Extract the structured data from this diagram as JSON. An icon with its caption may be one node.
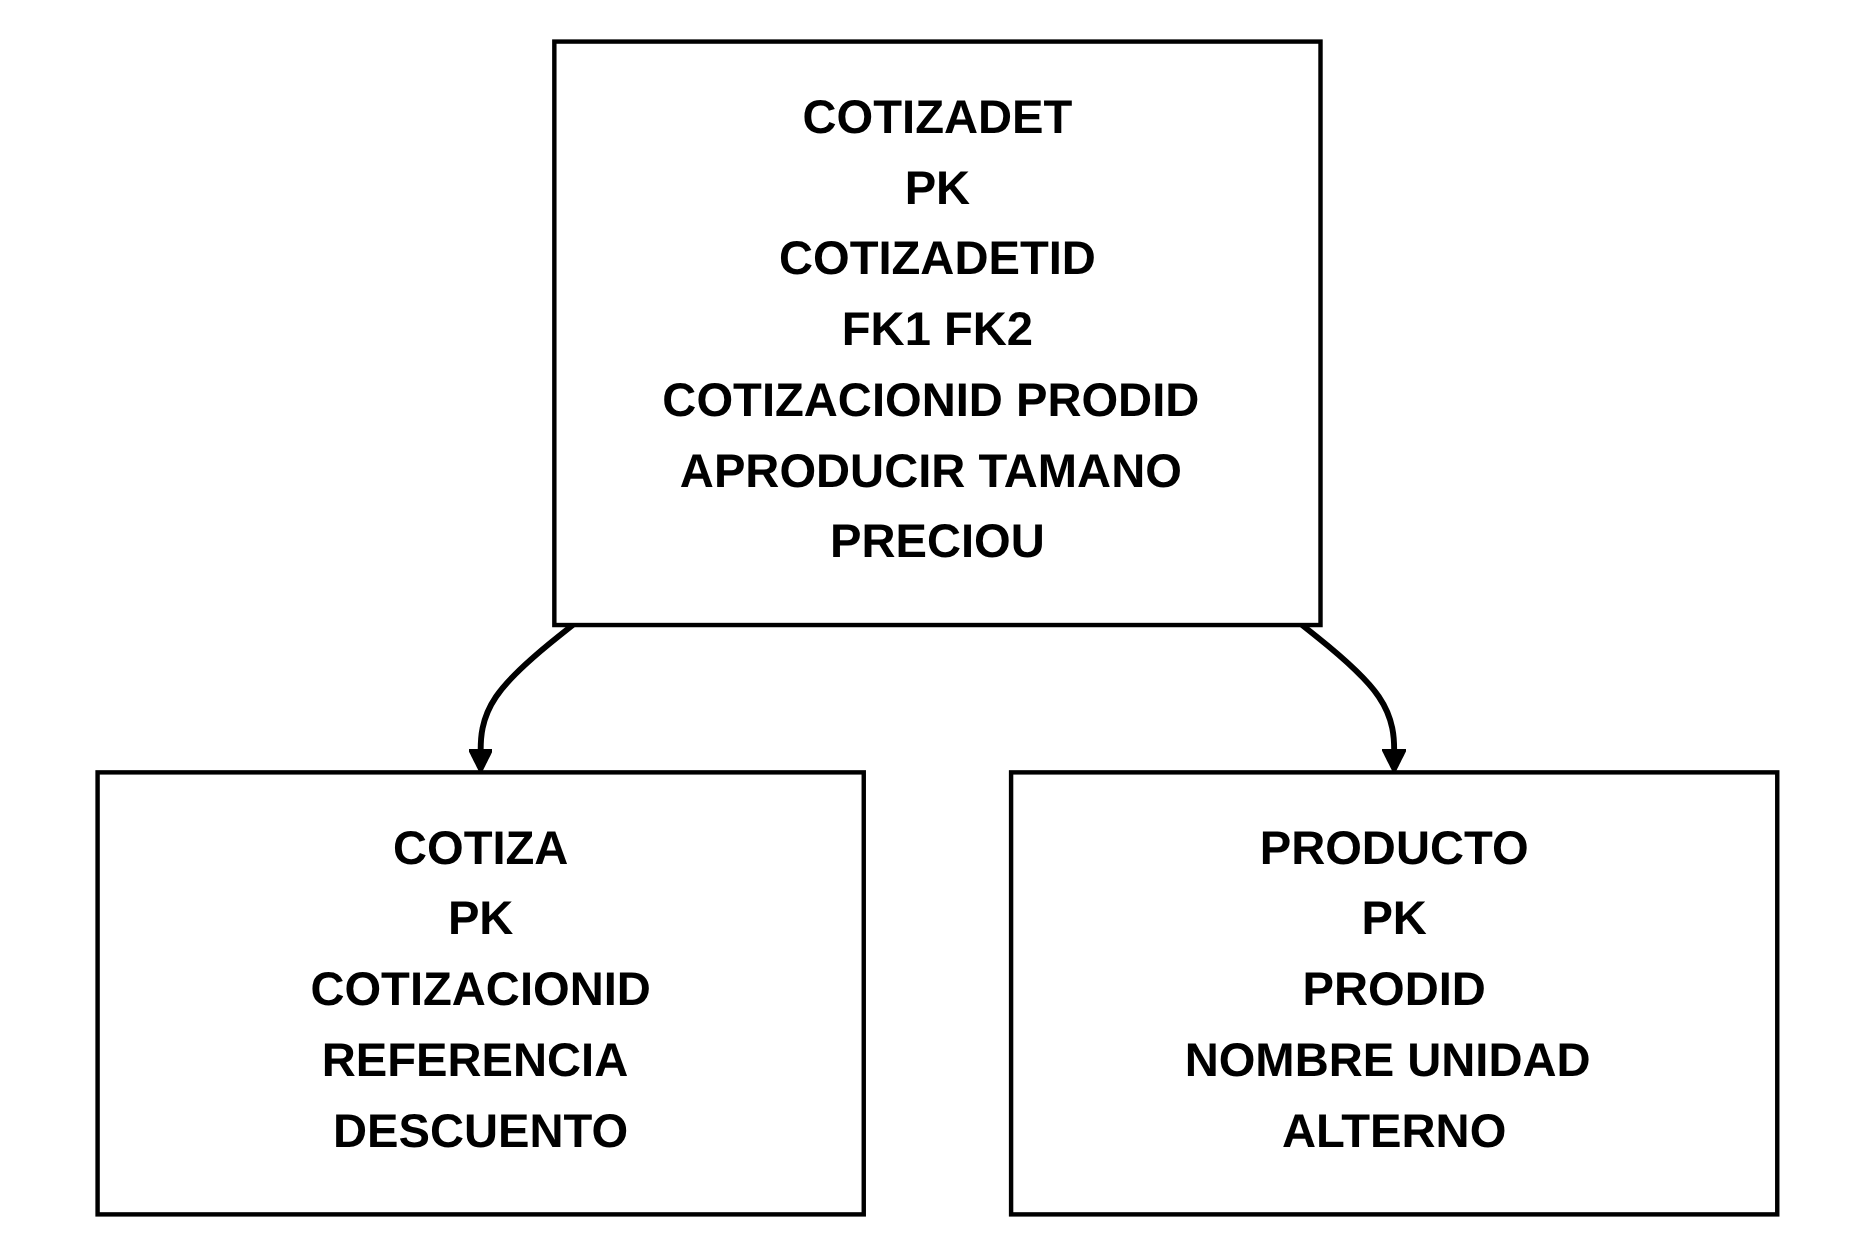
{
  "diagram": {
    "nodes": [
      {
        "text": [
          "COTIZA",
          "PK",
          "COTIZACIONID",
          "REFERENCIA DESCUENTO"
        ]
      },
      {
        "text": [
          "COTIZADET",
          "PK",
          "COTIZADETID",
          "FK1 FK2",
          "COTIZACIONID PRODID APRODUCIR TAMANO PRECIOU"
        ]
      },
      {
        "text": [
          "PRODUCTO",
          "PK",
          "PRODID",
          "NOMBRE UNIDAD ALTERNO"
        ]
      }
    ],
    "edges": [
      {
        "from": 1,
        "to": 0,
        "arrow": "to"
      },
      {
        "from": 1,
        "to": 2,
        "arrow": "to"
      }
    ]
  }
}
